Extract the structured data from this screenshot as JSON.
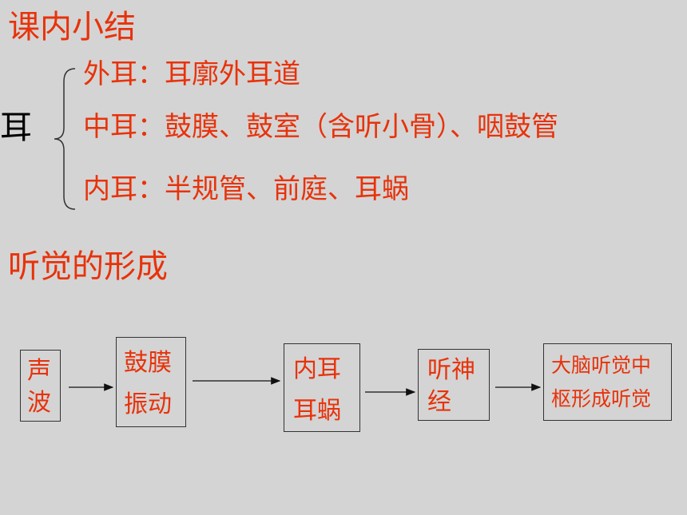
{
  "heading_summary": "课内小结",
  "ear": {
    "label": "耳",
    "parts": [
      "外耳：耳廓外耳道",
      "中耳：鼓膜、鼓室（含听小骨）、咽鼓管",
      "内耳：半规管、前庭、耳蜗"
    ]
  },
  "heading_hearing": "听觉的形成",
  "flow": [
    {
      "lines": [
        "声",
        "波"
      ]
    },
    {
      "lines": [
        "鼓膜",
        "振动"
      ]
    },
    {
      "lines": [
        "内耳",
        "耳蜗"
      ]
    },
    {
      "lines": [
        "听神",
        "经"
      ]
    },
    {
      "lines": [
        "大脑听觉中",
        "枢形成听觉"
      ]
    }
  ],
  "colors": {
    "accent": "#e8320a",
    "background": "#d4d4d4"
  }
}
